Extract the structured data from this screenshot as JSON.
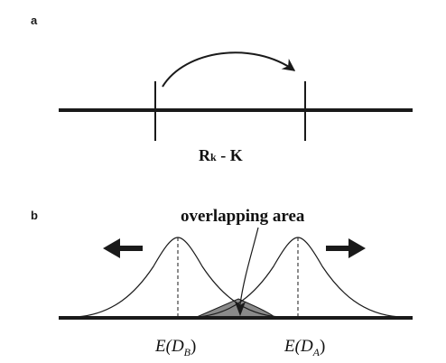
{
  "panel_a": {
    "label": "a",
    "equation": {
      "base": "R",
      "subscript": "k",
      "operator": " - ",
      "term": "K"
    }
  },
  "panel_b": {
    "label": "b",
    "overlap_label": "overlapping area",
    "tick_left": {
      "prefix": "E(",
      "variable": "D",
      "subscript": "B",
      "suffix": ")"
    },
    "tick_right": {
      "prefix": "E(",
      "variable": "D",
      "subscript": "A",
      "suffix": ")"
    }
  },
  "colors": {
    "line": "#1a1a1a",
    "overlap_fill": "#8a8a8a"
  }
}
